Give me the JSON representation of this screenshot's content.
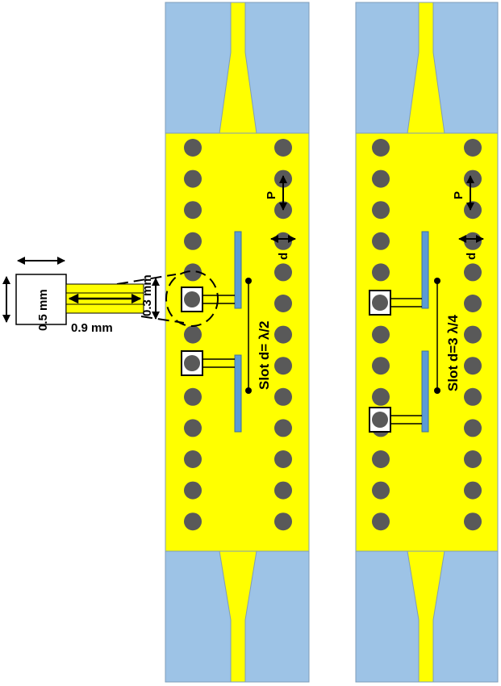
{
  "colors": {
    "substrate": "#9dc3e6",
    "metal": "#ffff00",
    "via": "#595959",
    "slot": "#5b9bd5",
    "outline": "#000000"
  },
  "detail": {
    "dim_width": "0.5 mm",
    "dim_length": "0.9 mm",
    "dim_gap": "0.3 mm"
  },
  "left_circuit": {
    "pitch_label": "P",
    "diameter_label": "d",
    "slot_label": "Slot d= λ/2"
  },
  "right_circuit": {
    "pitch_label": "P",
    "diameter_label": "d",
    "slot_label": "Slot d=3 λ/4"
  }
}
